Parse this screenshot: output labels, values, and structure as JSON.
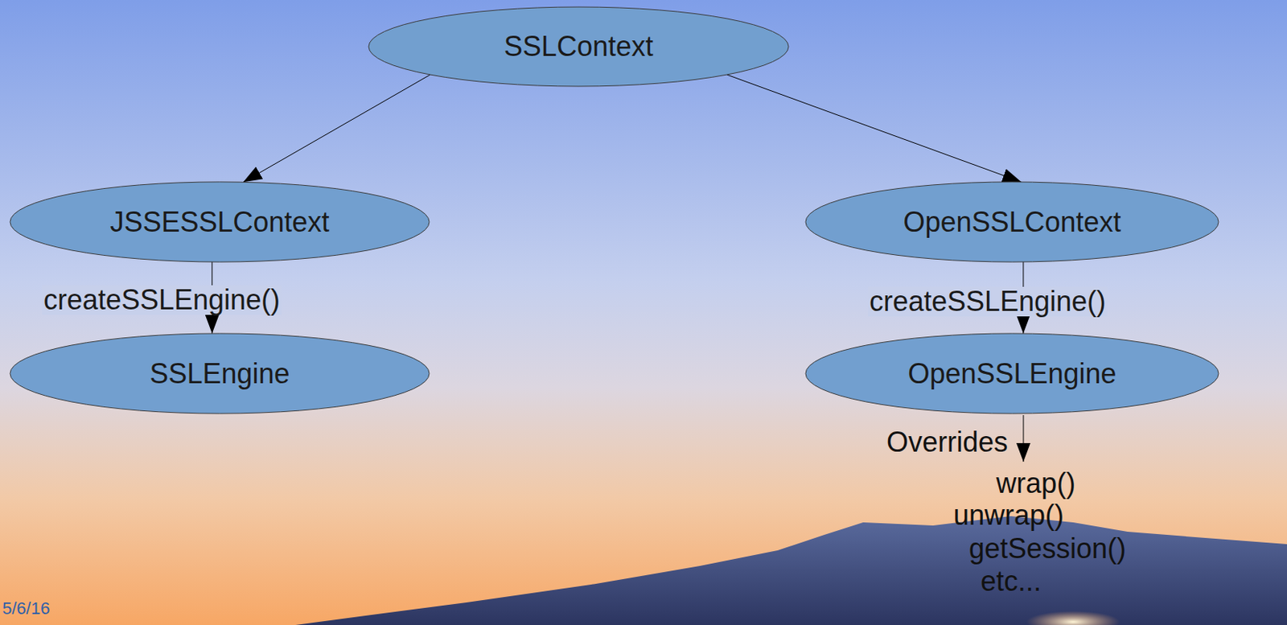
{
  "diagram": {
    "nodes": [
      {
        "text": [
          "SSLContext"
        ]
      },
      {
        "text": [
          "JSSESSLContext"
        ]
      },
      {
        "text": [
          "OpenSSLContext"
        ]
      },
      {
        "text": [
          "SSLEngine"
        ]
      },
      {
        "text": [
          "OpenSSLEngine"
        ]
      }
    ],
    "edges": [
      {
        "from": 0,
        "to": 1,
        "arrow": "to"
      },
      {
        "from": 0,
        "to": 2,
        "arrow": "to"
      },
      {
        "from": 1,
        "to": 3,
        "label": "createSSLEngine()",
        "arrow": "to"
      },
      {
        "from": 2,
        "to": 4,
        "label": "createSSLEngine()",
        "arrow": "to"
      }
    ],
    "labels": [
      "Overrides",
      "wrap()",
      "unwrap()",
      "getSession()",
      "etc...",
      "5/6/16"
    ]
  }
}
